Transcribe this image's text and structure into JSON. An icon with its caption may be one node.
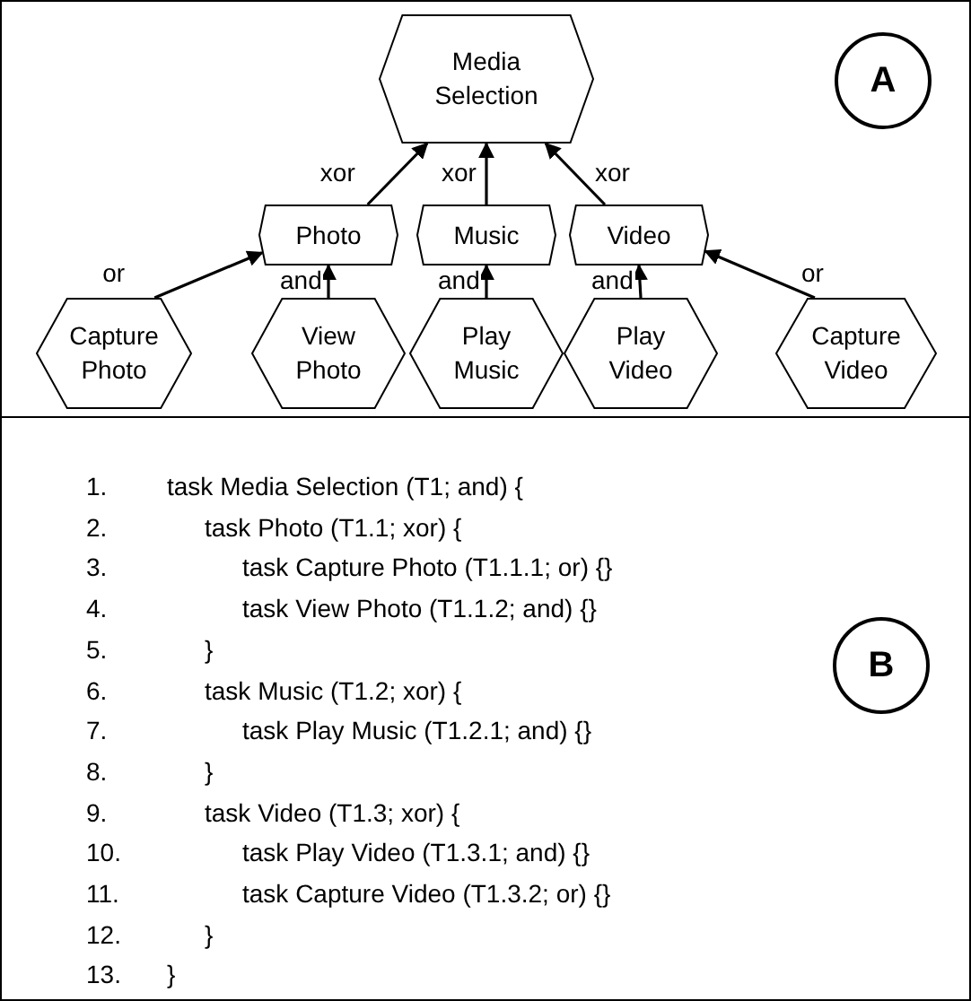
{
  "diagram": {
    "nodes": [
      {
        "text": [
          "Media Selection"
        ]
      },
      {
        "text": [
          "Photo"
        ]
      },
      {
        "text": [
          "Music"
        ]
      },
      {
        "text": [
          "Video"
        ]
      },
      {
        "text": [
          "Capture Photo"
        ]
      },
      {
        "text": [
          "View Photo"
        ]
      },
      {
        "text": [
          "Play Music"
        ]
      },
      {
        "text": [
          "Play Video"
        ]
      },
      {
        "text": [
          "Capture Video"
        ]
      },
      {
        "text": [
          "A"
        ]
      },
      {
        "text": [
          "B"
        ]
      }
    ],
    "edges": [
      {
        "from": 1,
        "to": 0,
        "arrow": "to",
        "label": "xor"
      },
      {
        "from": 2,
        "to": 0,
        "arrow": "to",
        "label": "xor"
      },
      {
        "from": 3,
        "to": 0,
        "arrow": "to",
        "label": "xor"
      },
      {
        "from": 4,
        "to": 1,
        "arrow": "to",
        "label": "or"
      },
      {
        "from": 5,
        "to": 1,
        "arrow": "to",
        "label": "and"
      },
      {
        "from": 6,
        "to": 2,
        "arrow": "to",
        "label": "and"
      },
      {
        "from": 7,
        "to": 3,
        "arrow": "to",
        "label": "and"
      },
      {
        "from": 8,
        "to": 3,
        "arrow": "to",
        "label": "or"
      }
    ],
    "labels": [
      "1.",
      "task Media Selection (T1; and) {",
      "2.",
      "task Photo (T1.1; xor) {",
      "3.",
      "task Capture Photo (T1.1.1; or) {}",
      "4.",
      "task View Photo (T1.1.2; and) {}",
      "5.",
      "}",
      "6.",
      "task Music (T1.2; xor) {",
      "7.",
      "task Play Music (T1.2.1; and) {}",
      "8.",
      "}",
      "9.",
      "task Video (T1.3; xor) {",
      "10.",
      "task Play Video (T1.3.1; and) {}",
      "11.",
      "task Capture Video (T1.3.2; or) {}",
      "12.",
      "}",
      "13.",
      "}"
    ]
  }
}
